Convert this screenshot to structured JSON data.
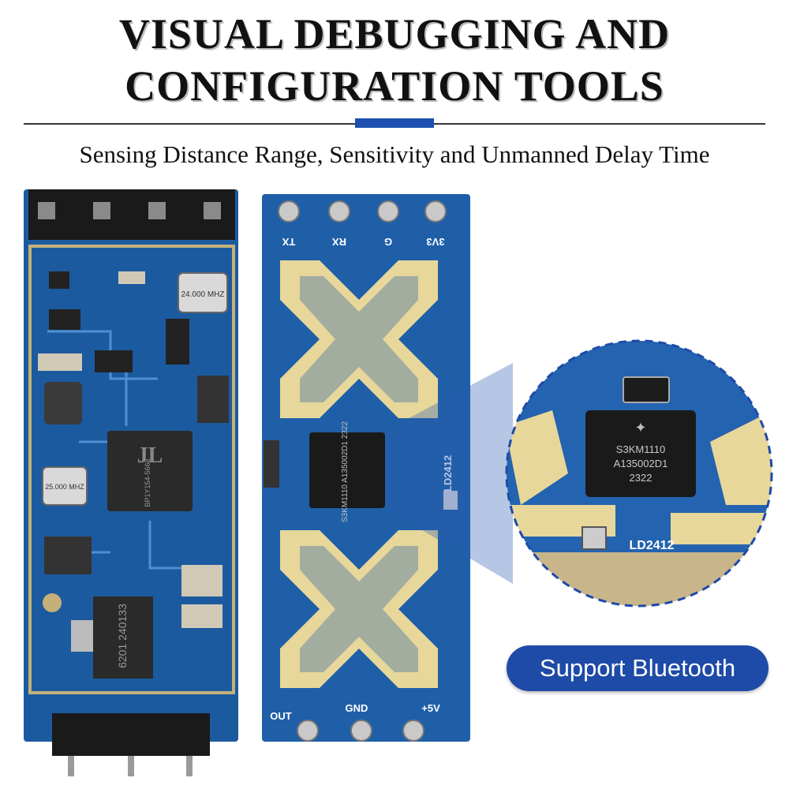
{
  "title": {
    "line1": "VISUAL DEBUGGING AND",
    "line2": "CONFIGURATION TOOLS"
  },
  "subtitle": "Sensing Distance Range, Sensitivity and Unmanned Delay Time",
  "badge": "Support Bluetooth",
  "left_board": {
    "crystal_top": "24.000 MHZ",
    "crystal_bottom": "25.000 MHZ",
    "main_chip": "BP1Y154-5668",
    "regulator": "6201 240133"
  },
  "right_board": {
    "pins_top": [
      "TX",
      "RX",
      "G",
      "3V3"
    ],
    "pins_bottom": [
      "OUT",
      "GND",
      "+5V"
    ],
    "chip": "S3KM1110 A135002D1 2322",
    "model": "LD2412"
  },
  "zoom": {
    "chip_line1": "S3KM1110",
    "chip_line2": "A135002D1",
    "chip_line3": "2322",
    "model": "LD2412"
  },
  "colors": {
    "pcb": "#1f5fa8",
    "accent": "#1d4fb0",
    "gold": "#e8d79a",
    "badge": "#1e4aa8"
  }
}
